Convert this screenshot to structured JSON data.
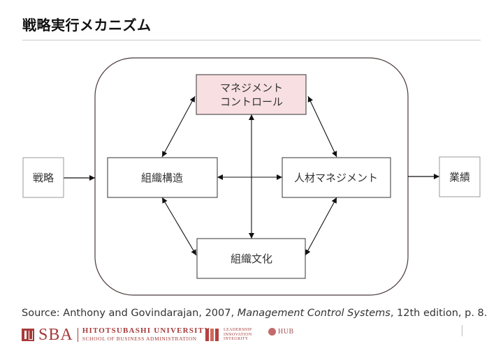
{
  "header": {
    "title": "戦略実行メカニズム"
  },
  "diagram": {
    "nodes": {
      "strategy": "戦略",
      "management_control_line1": "マネジメント",
      "management_control_line2": "コントロール",
      "org_structure": "組織構造",
      "hr_management": "人材マネジメント",
      "org_culture": "組織文化",
      "performance": "業績"
    },
    "colors": {
      "highlight_fill": "#f8dfe1",
      "container_stroke": "#4a3a3a",
      "arrow": "#111111"
    }
  },
  "source": {
    "prefix": "Source: Anthony and Govindarajan, 2007, ",
    "title": "Management Control Systems",
    "suffix": ", 12th edition, p. 8."
  },
  "footer": {
    "sba": "SBA",
    "university_line1": "HITOTSUBASHI UNIVERSITY",
    "university_line2": "SCHOOL OF BUSINESS ADMINISTRATION",
    "lii_line1": "LEADERSHIP",
    "lii_line2": "INNOVATION",
    "lii_line3": "INTEGRITY",
    "hub": "HUB"
  }
}
